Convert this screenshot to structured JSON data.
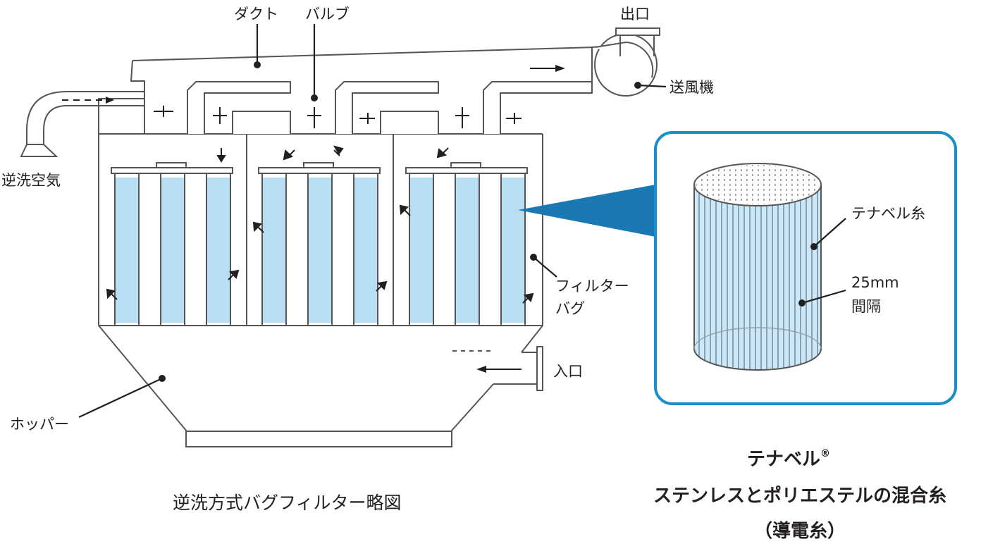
{
  "labels": {
    "duct": "ダクト",
    "valve": "バルブ",
    "outlet": "出口",
    "blower": "送風機",
    "backwash_air": "逆洗空気",
    "filter_bag_line1": "フィルター",
    "filter_bag_line2": "バグ",
    "inlet": "入口",
    "hopper": "ホッパー"
  },
  "detail": {
    "tenabel_yarn": "テナベル糸",
    "spacing_value": "25mm",
    "spacing_label": "間隔"
  },
  "captions": {
    "diagram_title": "逆洗方式バグフィルター略図",
    "product_name": "テナベル",
    "registered_mark": "®",
    "product_desc": "ステンレスとポリエステルの混合糸",
    "product_note": "（導電糸）"
  },
  "colors": {
    "filter_bag_fill": "#b7def3",
    "detail_frame": "#1b8ec7",
    "callout_triangle": "#1a78b3",
    "line": "#555555",
    "text": "#231f20"
  }
}
